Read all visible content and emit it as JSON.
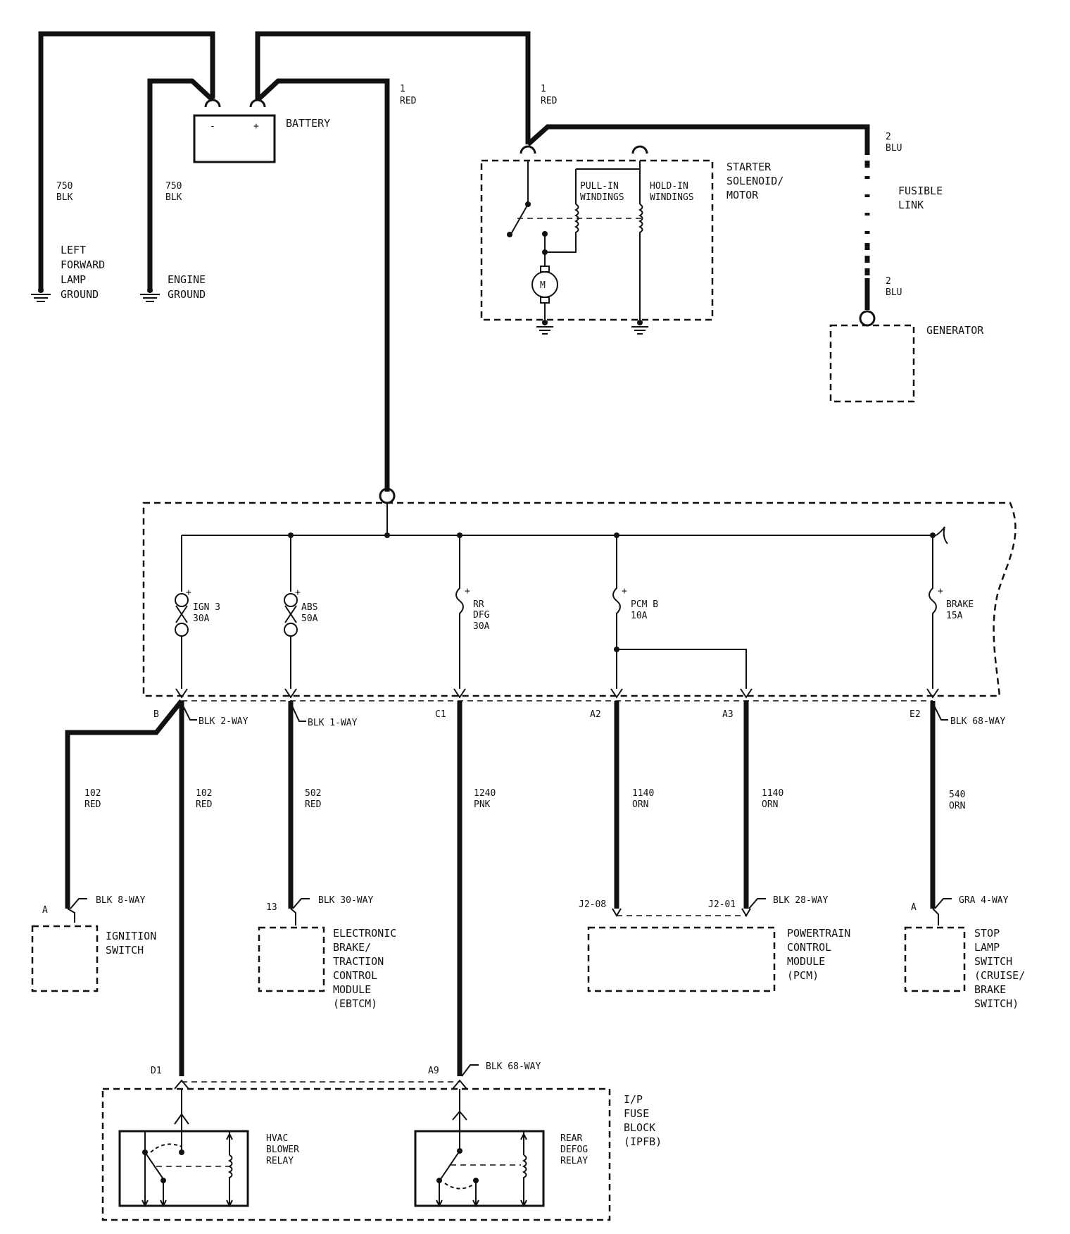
{
  "battery": {
    "label": "BATTERY",
    "neg": "-",
    "pos": "+"
  },
  "wires": {
    "bat_main": [
      "1",
      "RED"
    ],
    "starter": [
      "1",
      "RED"
    ],
    "gen_top": [
      "2",
      "BLU"
    ],
    "gen_bottom": [
      "2",
      "BLU"
    ],
    "lamp_ground": [
      "750",
      "BLK"
    ],
    "engine_ground": [
      "750",
      "BLK"
    ],
    "ign_switch": [
      "102",
      "RED"
    ],
    "ign_fuse": [
      "102",
      "RED"
    ],
    "abs": [
      "502",
      "RED"
    ],
    "rr_defog": [
      "1240",
      "PNK"
    ],
    "pcm_a2": [
      "1140",
      "ORN"
    ],
    "pcm_a3": [
      "1140",
      "ORN"
    ],
    "brake": [
      "540",
      "ORN"
    ]
  },
  "grounds": {
    "left": [
      "LEFT",
      "FORWARD",
      "LAMP",
      "GROUND"
    ],
    "engine": [
      "ENGINE",
      "GROUND"
    ]
  },
  "starter": {
    "label": [
      "STARTER",
      "SOLENOID/",
      "MOTOR"
    ],
    "pull_in": [
      "PULL-IN",
      "WINDINGS"
    ],
    "hold_in": [
      "HOLD-IN",
      "WINDINGS"
    ],
    "motor": "M"
  },
  "fusible_link": [
    "FUSIBLE",
    "LINK"
  ],
  "generator": "GENERATOR",
  "fuses": {
    "ign3": [
      "IGN 3",
      "30A"
    ],
    "abs": [
      "ABS",
      "50A"
    ],
    "rr_dfg": [
      "RR",
      "DFG",
      "30A"
    ],
    "pcm_b": [
      "PCM B",
      "10A"
    ],
    "brake": [
      "BRAKE",
      "15A"
    ],
    "plus": "+"
  },
  "connectors": {
    "ign_b": "B",
    "ign_blk2": "BLK 2-WAY",
    "abs_blk1": "BLK 1-WAY",
    "c1": "C1",
    "a2": "A2",
    "a3": "A3",
    "e2": "E2",
    "e2_blk68": "BLK 68-WAY",
    "ignsw_a": "A",
    "ignsw_blk8": "BLK 8-WAY",
    "ebtcm_13": "13",
    "ebtcm_blk30": "BLK 30-WAY",
    "pcm_j208": "J2-08",
    "pcm_j201": "J2-01",
    "pcm_blk28": "BLK 28-WAY",
    "stop_a": "A",
    "stop_gra4": "GRA 4-WAY",
    "d1": "D1",
    "a9": "A9",
    "ipfb_blk68": "BLK 68-WAY"
  },
  "components": {
    "ign_switch": [
      "IGNITION",
      "SWITCH"
    ],
    "ebtcm": [
      "ELECTRONIC",
      "BRAKE/",
      "TRACTION",
      "CONTROL",
      "MODULE",
      "(EBTCM)"
    ],
    "pcm": [
      "POWERTRAIN",
      "CONTROL",
      "MODULE",
      "(PCM)"
    ],
    "stop_lamp": [
      "STOP",
      "LAMP",
      "SWITCH",
      "(CRUISE/",
      "BRAKE",
      "SWITCH)"
    ],
    "ipfb": [
      "I/P",
      "FUSE",
      "BLOCK",
      "(IPFB)"
    ],
    "hvac_relay": [
      "HVAC",
      "BLOWER",
      "RELAY"
    ],
    "defog_relay": [
      "REAR",
      "DEFOG",
      "RELAY"
    ]
  }
}
